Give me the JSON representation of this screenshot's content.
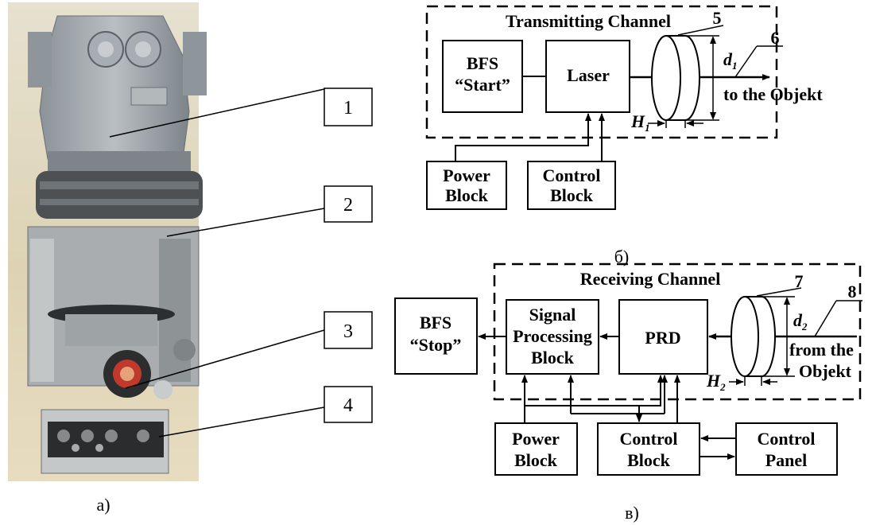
{
  "captions": {
    "a": "а)",
    "b": "б)",
    "v": "в)"
  },
  "callouts": {
    "c1": "1",
    "c2": "2",
    "c3": "3",
    "c4": "4"
  },
  "transmitting": {
    "title": "Transmitting Channel",
    "bfs_start": [
      "BFS",
      "“Start”"
    ],
    "laser": "Laser",
    "power_block": [
      "Power",
      "Block"
    ],
    "control_block": [
      "Control",
      "Block"
    ],
    "num_lens": "5",
    "num_out": "6",
    "diameter": {
      "letter": "d",
      "sub": "1"
    },
    "thickness": {
      "letter": "H",
      "sub": "1"
    },
    "target": "to the Objekt"
  },
  "receiving": {
    "title": "Receiving Channel",
    "bfs_stop": [
      "BFS",
      "“Stop”"
    ],
    "signal_processing": [
      "Signal",
      "Processing",
      "Block"
    ],
    "prd": "PRD",
    "power_block": [
      "Power",
      "Block"
    ],
    "control_block": [
      "Control",
      "Block"
    ],
    "control_panel": [
      "Control",
      "Panel"
    ],
    "num_lens": "7",
    "num_in": "8",
    "diameter": {
      "letter": "d",
      "sub": "2"
    },
    "thickness": {
      "letter": "H",
      "sub": "2"
    },
    "source": [
      "from the",
      "Objekt"
    ]
  },
  "colors": {
    "line": "#000000",
    "background": "#ffffff",
    "photo_bg": "#d9d1b6"
  }
}
